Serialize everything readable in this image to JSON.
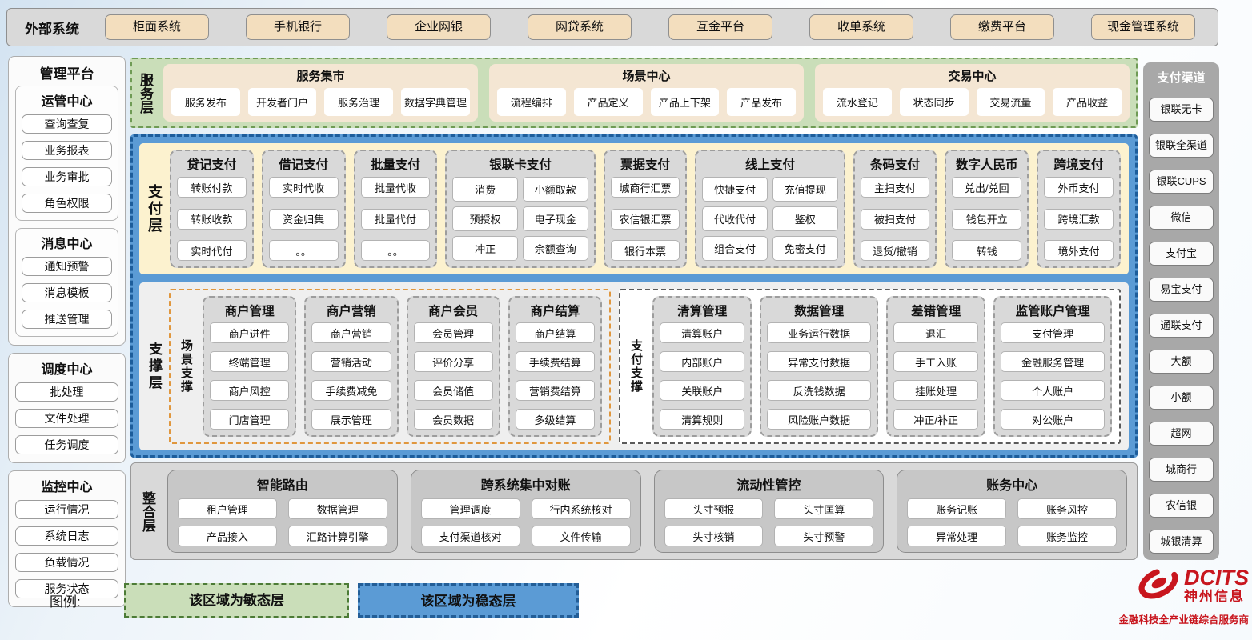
{
  "ext": {
    "label": "外部系统",
    "items": [
      "柜面系统",
      "手机银行",
      "企业网银",
      "网贷系统",
      "互金平台",
      "收单系统",
      "缴费平台",
      "现金管理系统"
    ]
  },
  "mgmt": {
    "title": "管理平台",
    "groups": [
      {
        "title": "运管中心",
        "items": [
          "查询查复",
          "业务报表",
          "业务审批",
          "角色权限"
        ]
      },
      {
        "title": "消息中心",
        "items": [
          "通知预警",
          "消息模板",
          "推送管理"
        ]
      },
      {
        "title": "调度中心",
        "items": [
          "批处理",
          "文件处理",
          "任务调度"
        ]
      },
      {
        "title": "监控中心",
        "items": [
          "运行情况",
          "系统日志",
          "负载情况",
          "服务状态"
        ]
      }
    ]
  },
  "svc": {
    "label": "服务层",
    "groups": [
      {
        "title": "服务集市",
        "items": [
          "服务发布",
          "开发者门户",
          "服务治理",
          "数据字典管理"
        ]
      },
      {
        "title": "场景中心",
        "items": [
          "流程编排",
          "产品定义",
          "产品上下架",
          "产品发布"
        ]
      },
      {
        "title": "交易中心",
        "items": [
          "流水登记",
          "状态同步",
          "交易流量",
          "产品收益"
        ]
      }
    ]
  },
  "pay": {
    "label": "支付层",
    "groups": [
      {
        "title": "贷记支付",
        "items": [
          "转账付款",
          "转账收款",
          "实时代付"
        ]
      },
      {
        "title": "借记支付",
        "items": [
          "实时代收",
          "资金归集",
          "。。"
        ]
      },
      {
        "title": "批量支付",
        "items": [
          "批量代收",
          "批量代付",
          "。。"
        ]
      },
      {
        "title": "银联卡支付",
        "items": [
          "消费",
          "小额取款",
          "预授权",
          "电子现金",
          "冲正",
          "余额查询"
        ]
      },
      {
        "title": "票据支付",
        "items": [
          "城商行汇票",
          "农信银汇票",
          "银行本票"
        ]
      },
      {
        "title": "线上支付",
        "items": [
          "快捷支付",
          "充值提现",
          "代收代付",
          "鉴权",
          "组合支付",
          "免密支付"
        ]
      },
      {
        "title": "条码支付",
        "items": [
          "主扫支付",
          "被扫支付",
          "退货/撤销"
        ]
      },
      {
        "title": "数字人民币",
        "items": [
          "兑出/兑回",
          "钱包开立",
          "转钱"
        ]
      },
      {
        "title": "跨境支付",
        "items": [
          "外币支付",
          "跨境汇款",
          "境外支付"
        ]
      }
    ]
  },
  "sup": {
    "label": "支撑层",
    "scene": {
      "label": "场景支撑",
      "groups": [
        {
          "title": "商户管理",
          "items": [
            "商户进件",
            "终端管理",
            "商户风控",
            "门店管理"
          ]
        },
        {
          "title": "商户营销",
          "items": [
            "商户营销",
            "营销活动",
            "手续费减免",
            "展示管理"
          ]
        },
        {
          "title": "商户会员",
          "items": [
            "会员管理",
            "评价分享",
            "会员储值",
            "会员数据"
          ]
        },
        {
          "title": "商户结算",
          "items": [
            "商户结算",
            "手续费结算",
            "营销费结算",
            "多级结算"
          ]
        }
      ]
    },
    "pays": {
      "label": "支付支撑",
      "groups": [
        {
          "title": "清算管理",
          "items": [
            "清算账户",
            "内部账户",
            "关联账户",
            "清算规则"
          ]
        },
        {
          "title": "数据管理",
          "items": [
            "业务运行数据",
            "异常支付数据",
            "反洗钱数据",
            "风险账户数据"
          ]
        },
        {
          "title": "差错管理",
          "items": [
            "退汇",
            "手工入账",
            "挂账处理",
            "冲正/补正"
          ]
        },
        {
          "title": "监管账户管理",
          "items": [
            "支付管理",
            "金融服务管理",
            "个人账户",
            "对公账户"
          ]
        }
      ]
    }
  },
  "intg": {
    "label": "整合层",
    "groups": [
      {
        "title": "智能路由",
        "items": [
          "租户管理",
          "数据管理",
          "产品接入",
          "汇路计算引擎"
        ]
      },
      {
        "title": "跨系统集中对账",
        "items": [
          "管理调度",
          "行内系统核对",
          "支付渠道核对",
          "文件传输"
        ]
      },
      {
        "title": "流动性管控",
        "items": [
          "头寸预报",
          "头寸匡算",
          "头寸核销",
          "头寸预警"
        ]
      },
      {
        "title": "账务中心",
        "items": [
          "账务记账",
          "账务风控",
          "异常处理",
          "账务监控"
        ]
      }
    ]
  },
  "chan": {
    "title": "支付渠道",
    "items": [
      "银联无卡",
      "银联全渠道",
      "银联CUPS",
      "微信",
      "支付宝",
      "易宝支付",
      "通联支付",
      "大额",
      "小额",
      "超网",
      "城商行",
      "农信银",
      "城银清算"
    ]
  },
  "legend": {
    "label": "图例:",
    "agile": "该区域为敏态层",
    "stable": "该区域为稳态层"
  },
  "logo": {
    "name": "DCITS",
    "cn": "神州信息",
    "slogan": "金融科技全产业链综合服务商"
  },
  "colors": {
    "agile_green": "#cadeb9",
    "stable_blue": "#5b9bd5",
    "panel_gray": "#d9d9d9",
    "payment_cream": "#fcf2cf",
    "chip_tan": "#f3debe",
    "channel_gray": "#a8a8a8",
    "scene_orange": "#e0973e",
    "logo_red": "#c8161e"
  }
}
